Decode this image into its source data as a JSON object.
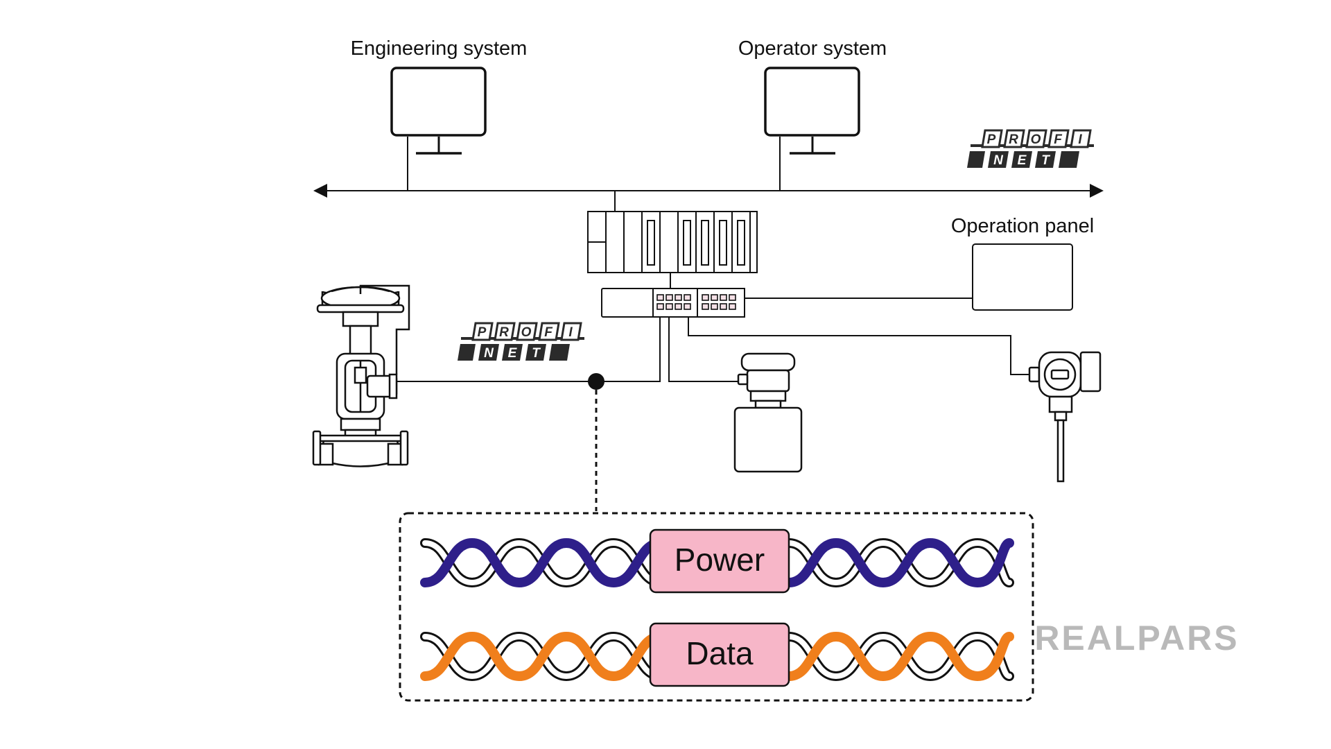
{
  "labels": {
    "engineering_system": "Engineering system",
    "operator_system": "Operator system",
    "operation_panel": "Operation panel"
  },
  "cable_boxes": {
    "power": "Power",
    "data": "Data"
  },
  "profinet_logo": {
    "top_letters": [
      "P",
      "R",
      "O",
      "F",
      "I"
    ],
    "bottom_letters": [
      "N",
      "E",
      "T"
    ]
  },
  "watermark": "REALPARS",
  "colors": {
    "line": "#111111",
    "power_strand": "#2e1f8a",
    "data_strand": "#f07f1c",
    "cable_box_fill": "#f7b6c8",
    "logo_dark": "#2b2b2b",
    "watermark": "#b9b9b9"
  }
}
